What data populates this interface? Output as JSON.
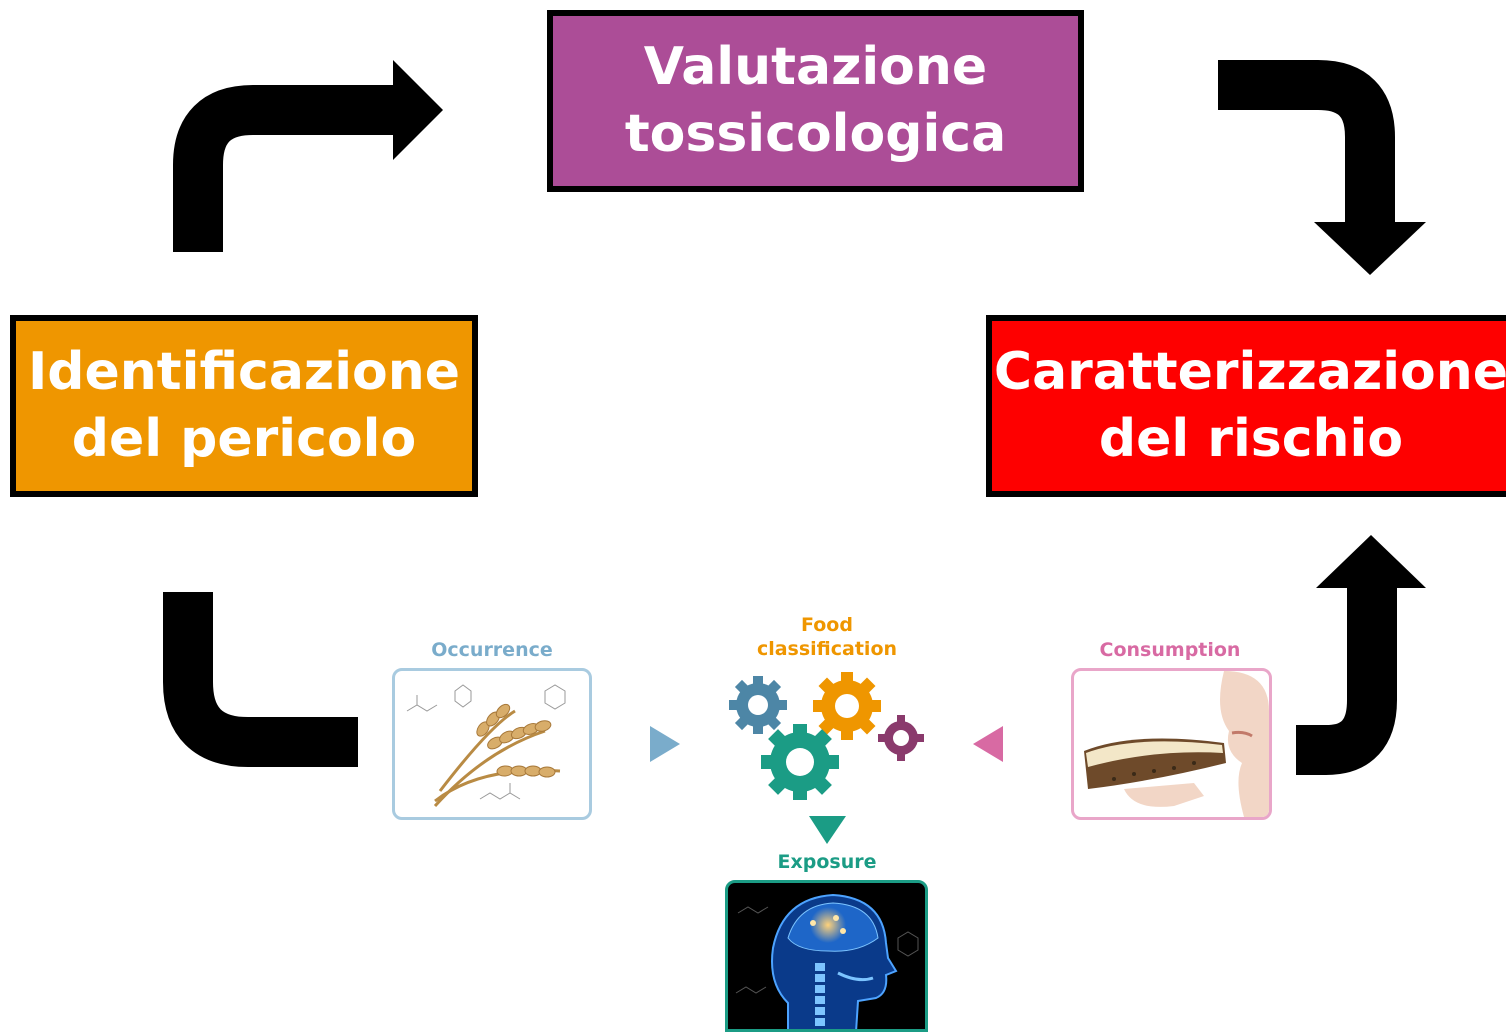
{
  "boxes": {
    "valutazione": {
      "line1": "Valutazione",
      "line2": "tossicologica"
    },
    "identificazione": {
      "line1": "Identificazione",
      "line2": "del pericolo"
    },
    "caratterizzazione": {
      "line1": "Caratterizzazione",
      "line2": "del rischio"
    }
  },
  "exposure_diagram": {
    "occurrence": "Occurrence",
    "food_line1": "Food",
    "food_line2": "classification",
    "consumption": "Consumption",
    "exposure": "Exposure"
  },
  "colors": {
    "valutazione": "#ac4d97",
    "identificazione": "#ef9600",
    "caratterizzazione": "#fe0000",
    "occurrence": "#7aaccb",
    "food": "#ef9600",
    "consumption": "#d86aa3",
    "exposure": "#1b9c85"
  },
  "icons": [
    "wheat-icon",
    "gears-icon",
    "bread-eating-icon",
    "brain-head-icon",
    "chemical-structure-icon"
  ]
}
